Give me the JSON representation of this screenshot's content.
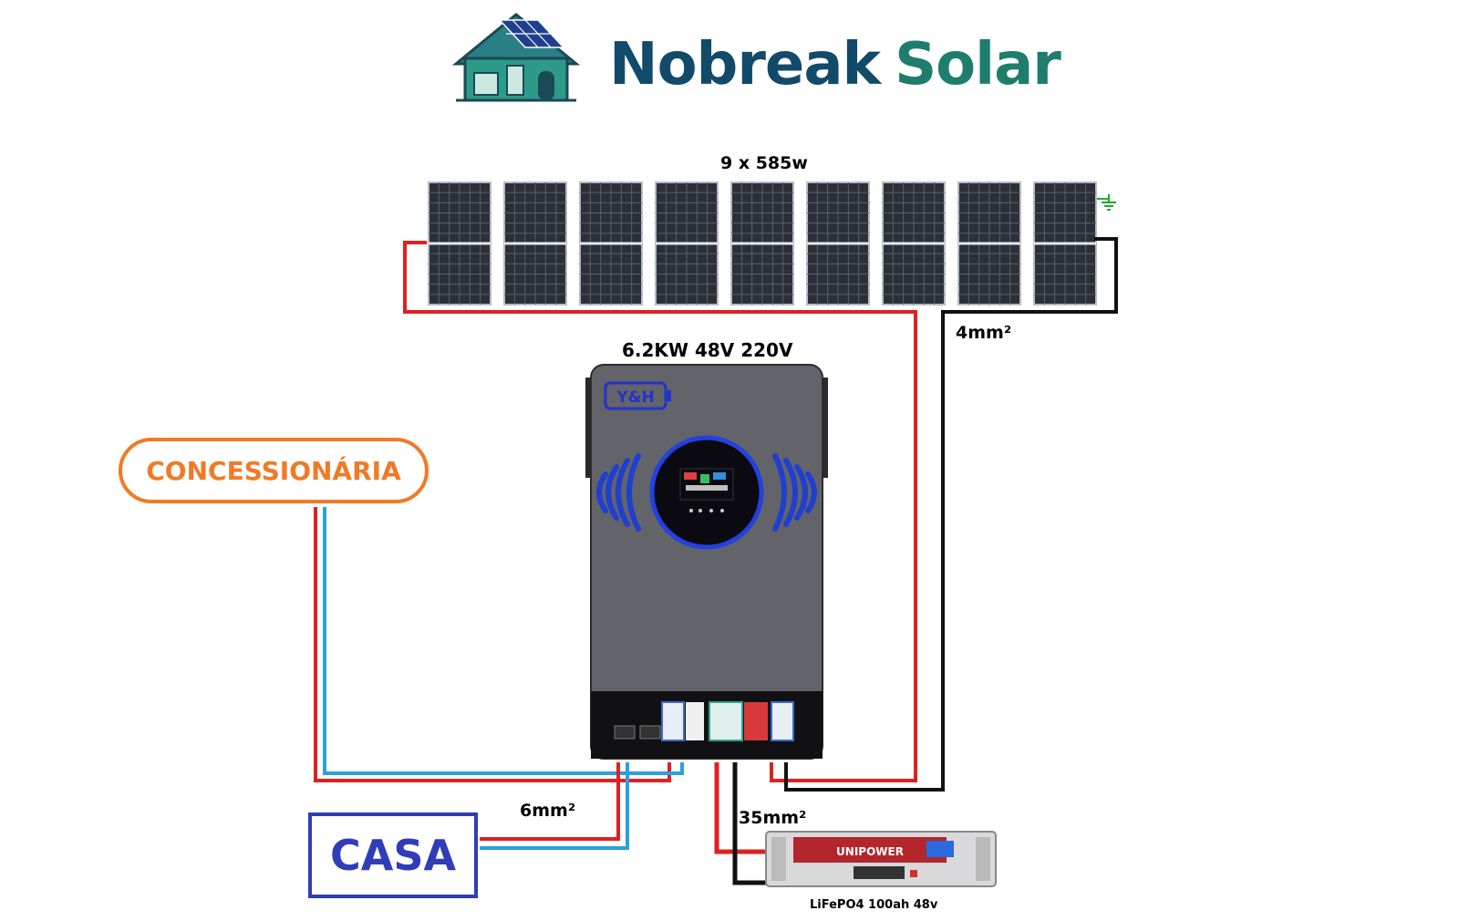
{
  "logo": {
    "word1": "Nobreak",
    "word2": "Solar",
    "icon": "solar-house-icon"
  },
  "panels": {
    "label": "9 x 585w",
    "count": 9
  },
  "inverter": {
    "label": "6.2KW 48V 220V",
    "brand": "Y&H"
  },
  "grid": {
    "label": "CONCESSIONÁRIA"
  },
  "house": {
    "label": "CASA"
  },
  "battery": {
    "label": "LiFePO4 100ah 48v",
    "brand": "UNIPOWER"
  },
  "cables": {
    "pv": "4mm²",
    "ac": "6mm²",
    "battery": "35mm²"
  },
  "colors": {
    "positive": "#e02020",
    "negative": "#111111",
    "neutral": "#2aa0e0",
    "ground": "#22aa33"
  }
}
